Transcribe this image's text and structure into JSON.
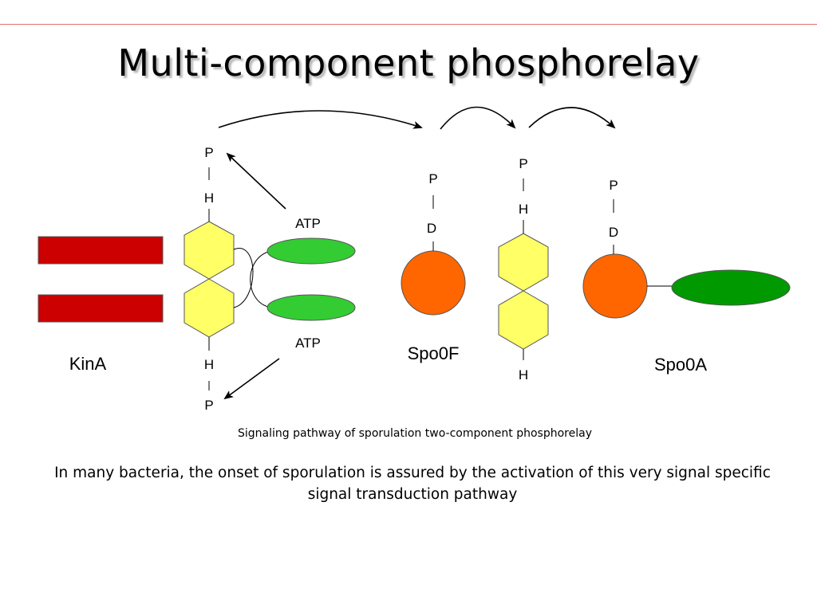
{
  "slide": {
    "title": "Multi-component phosphorelay",
    "caption": "Signaling pathway of sporulation two-component phosphorelay",
    "body": "In many bacteria, the onset of sporulation is assured by the activation of this very signal specific signal transduction pathway"
  },
  "diagram": {
    "kina": {
      "name": "KinA",
      "top_p": "P",
      "top_h": "H",
      "bottom_h": "H",
      "bottom_p": "P",
      "atp_top": "ATP",
      "atp_bottom": "ATP"
    },
    "spo0f": {
      "name": "Spo0F",
      "p": "P",
      "d": "D"
    },
    "spo0b": {
      "p": "P",
      "top_h": "H",
      "bottom_h": "H"
    },
    "spo0a": {
      "name": "Spo0A",
      "p": "P",
      "d": "D"
    },
    "colors": {
      "membrane_bar": "#cc0000",
      "hexagon": "#ffff66",
      "atp": "#33cc33",
      "receiver": "#ff6600",
      "effector": "#009900",
      "rule": "#e07070"
    }
  }
}
